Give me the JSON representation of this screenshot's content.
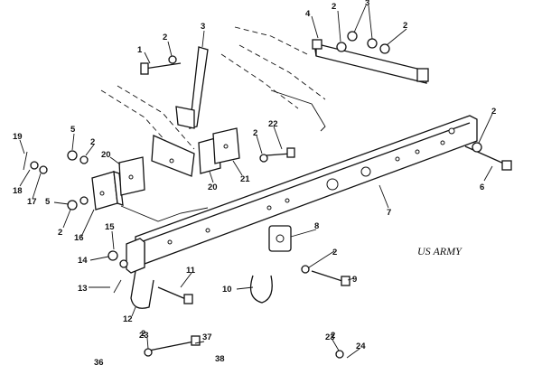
{
  "watermark": "US ARMY",
  "callouts": [
    "1",
    "2",
    "2",
    "2",
    "2",
    "2",
    "2",
    "2",
    "2",
    "2",
    "2",
    "3",
    "3",
    "4",
    "5",
    "5",
    "6",
    "7",
    "8",
    "9",
    "10",
    "11",
    "12",
    "13",
    "14",
    "15",
    "16",
    "17",
    "18",
    "19",
    "20",
    "20",
    "21",
    "22",
    "23",
    "23",
    "24",
    "36",
    "37",
    "38"
  ]
}
